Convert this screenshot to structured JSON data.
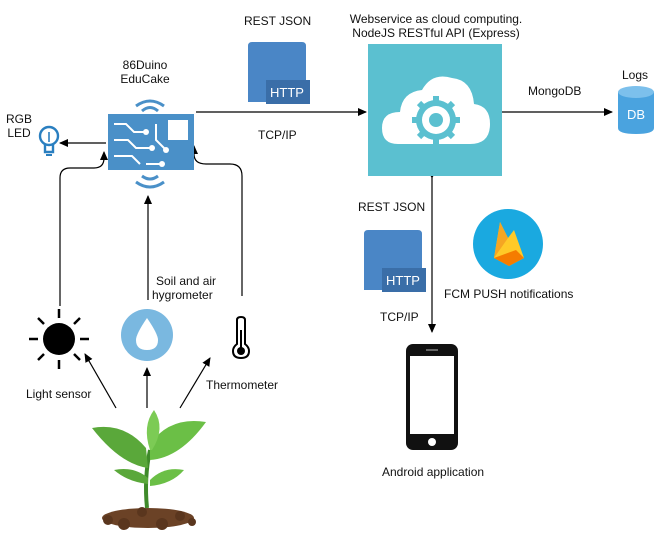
{
  "labels": {
    "rest_json_top": "REST JSON",
    "webservice_line1": "Webservice as cloud computing.",
    "webservice_line2": "NodeJS RESTful API (Express)",
    "board_line1": "86Duino",
    "board_line2": "EduCake",
    "rgb_line1": "RGB",
    "rgb_line2": "LED",
    "tcpip_top": "TCP/IP",
    "mongodb": "MongoDB",
    "logs": "Logs",
    "db_badge": "DB",
    "http_badge": "HTTP",
    "rest_json_mid": "REST JSON",
    "fcm": "FCM PUSH notifications",
    "tcpip_mid": "TCP/IP",
    "soil_line1": "Soil and air",
    "soil_line2": "hygrometer",
    "light_sensor": "Light sensor",
    "thermometer": "Thermometer",
    "android": "Android application"
  },
  "colors": {
    "cloud_box": "#5bc0d0",
    "board": "#4a90c8",
    "http_doc": "#4a86c6",
    "db": "#4aa3df",
    "firebase_bg": "#1aa9e0",
    "firebase_flame_dark": "#f5a623",
    "firebase_flame_light": "#ffca28",
    "droplet": "#7ab8e0",
    "leaf": "#5aa83a",
    "soil": "#6b4226"
  },
  "icons": {
    "cloud": "cloud-gear-icon",
    "board": "circuit-board-icon",
    "led": "led-bulb-icon",
    "db": "database-icon",
    "http_top": "http-document-icon",
    "http_mid": "http-document-icon",
    "firebase": "firebase-icon",
    "phone": "smartphone-icon",
    "sun": "sun-icon",
    "droplet": "droplet-icon",
    "thermometer": "thermometer-icon",
    "plant": "plant-icon"
  }
}
